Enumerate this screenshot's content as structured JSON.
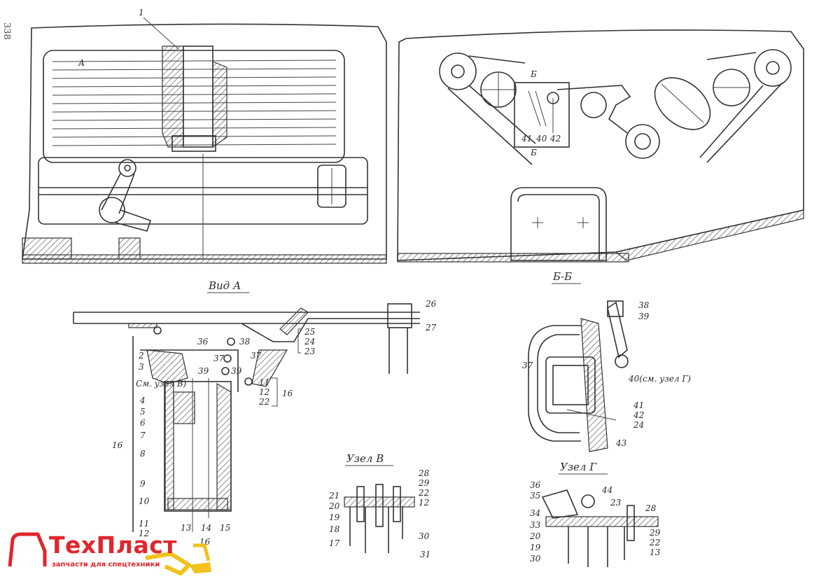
{
  "page_number": "338",
  "view_titles": {
    "view_a": "Вид А",
    "section_bb": "Б-Б",
    "node_v": "Узел В",
    "node_g": "Узел Г"
  },
  "top_left_view": {
    "callout_1": "1",
    "letter_a": "А"
  },
  "top_right_view": {
    "section_mark_top": "Б",
    "section_mark_bottom": "Б",
    "callout_41": "41",
    "callout_40": "40",
    "callout_42": "42"
  },
  "view_a_callouts": {
    "c2": "2",
    "c3": "3",
    "see_node": "См. узел В)",
    "c4": "4",
    "c5": "5",
    "c6": "6",
    "c7": "7",
    "c8": "8",
    "c9": "9",
    "c10": "10",
    "c11": "11",
    "c12": "12",
    "c13": "13",
    "c14": "14",
    "c15": "15",
    "c16_bottom": "16",
    "c16_left": "16",
    "c36": "36",
    "c38": "38",
    "c37a": "37",
    "c37b": "37",
    "c39a": "39",
    "c39b": "39",
    "c11r": "11",
    "c12r": "12",
    "c22r": "22",
    "c16r": "16",
    "c25": "25",
    "c24": "24",
    "c23": "23",
    "c26": "26",
    "c27": "27"
  },
  "section_bb_callouts": {
    "c38": "38",
    "c39": "39",
    "c37": "37",
    "c40": "40(см. узел Г)",
    "c41": "41",
    "c42": "42",
    "c24": "24",
    "c43": "43"
  },
  "node_v_callouts": {
    "c28": "28",
    "c29": "29",
    "c22": "22",
    "c12": "12",
    "c21": "21",
    "c20": "20",
    "c19": "19",
    "c18": "18",
    "c17": "17",
    "c30": "30",
    "c31": "31"
  },
  "node_g_callouts": {
    "c36": "36",
    "c35": "35",
    "c44": "44",
    "c23": "23",
    "c34": "34",
    "c28": "28",
    "c33": "33",
    "c20": "20",
    "c19": "19",
    "c30": "30",
    "c29": "29",
    "c22": "22",
    "c13": "13"
  },
  "logo": {
    "brand": "ТехПласт",
    "slogan": "запчасти для спецтехники",
    "brand_color": "#e0262c",
    "accent_color": "#f2c21b"
  }
}
